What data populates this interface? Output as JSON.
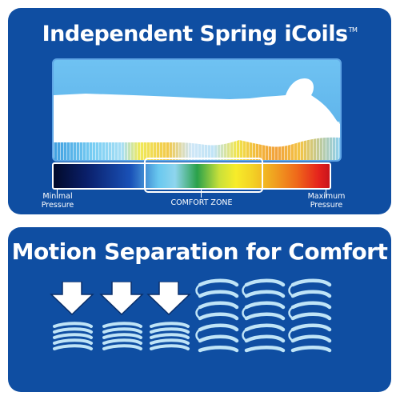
{
  "top_panel": {
    "title": "Independent Spring iCoils",
    "trademark": "TM",
    "scale": {
      "left_label_line1": "Minimal",
      "left_label_line2": "Pressure",
      "center_label": "COMFORT ZONE",
      "right_label_line1": "Maximum",
      "right_label_line2": "Pressure"
    }
  },
  "bottom_panel": {
    "title": "Motion Separation for Comfort"
  },
  "colors": {
    "panel_blue": "#0f4ea2",
    "coil_light": "#bfe4f7",
    "white": "#ffffff"
  }
}
